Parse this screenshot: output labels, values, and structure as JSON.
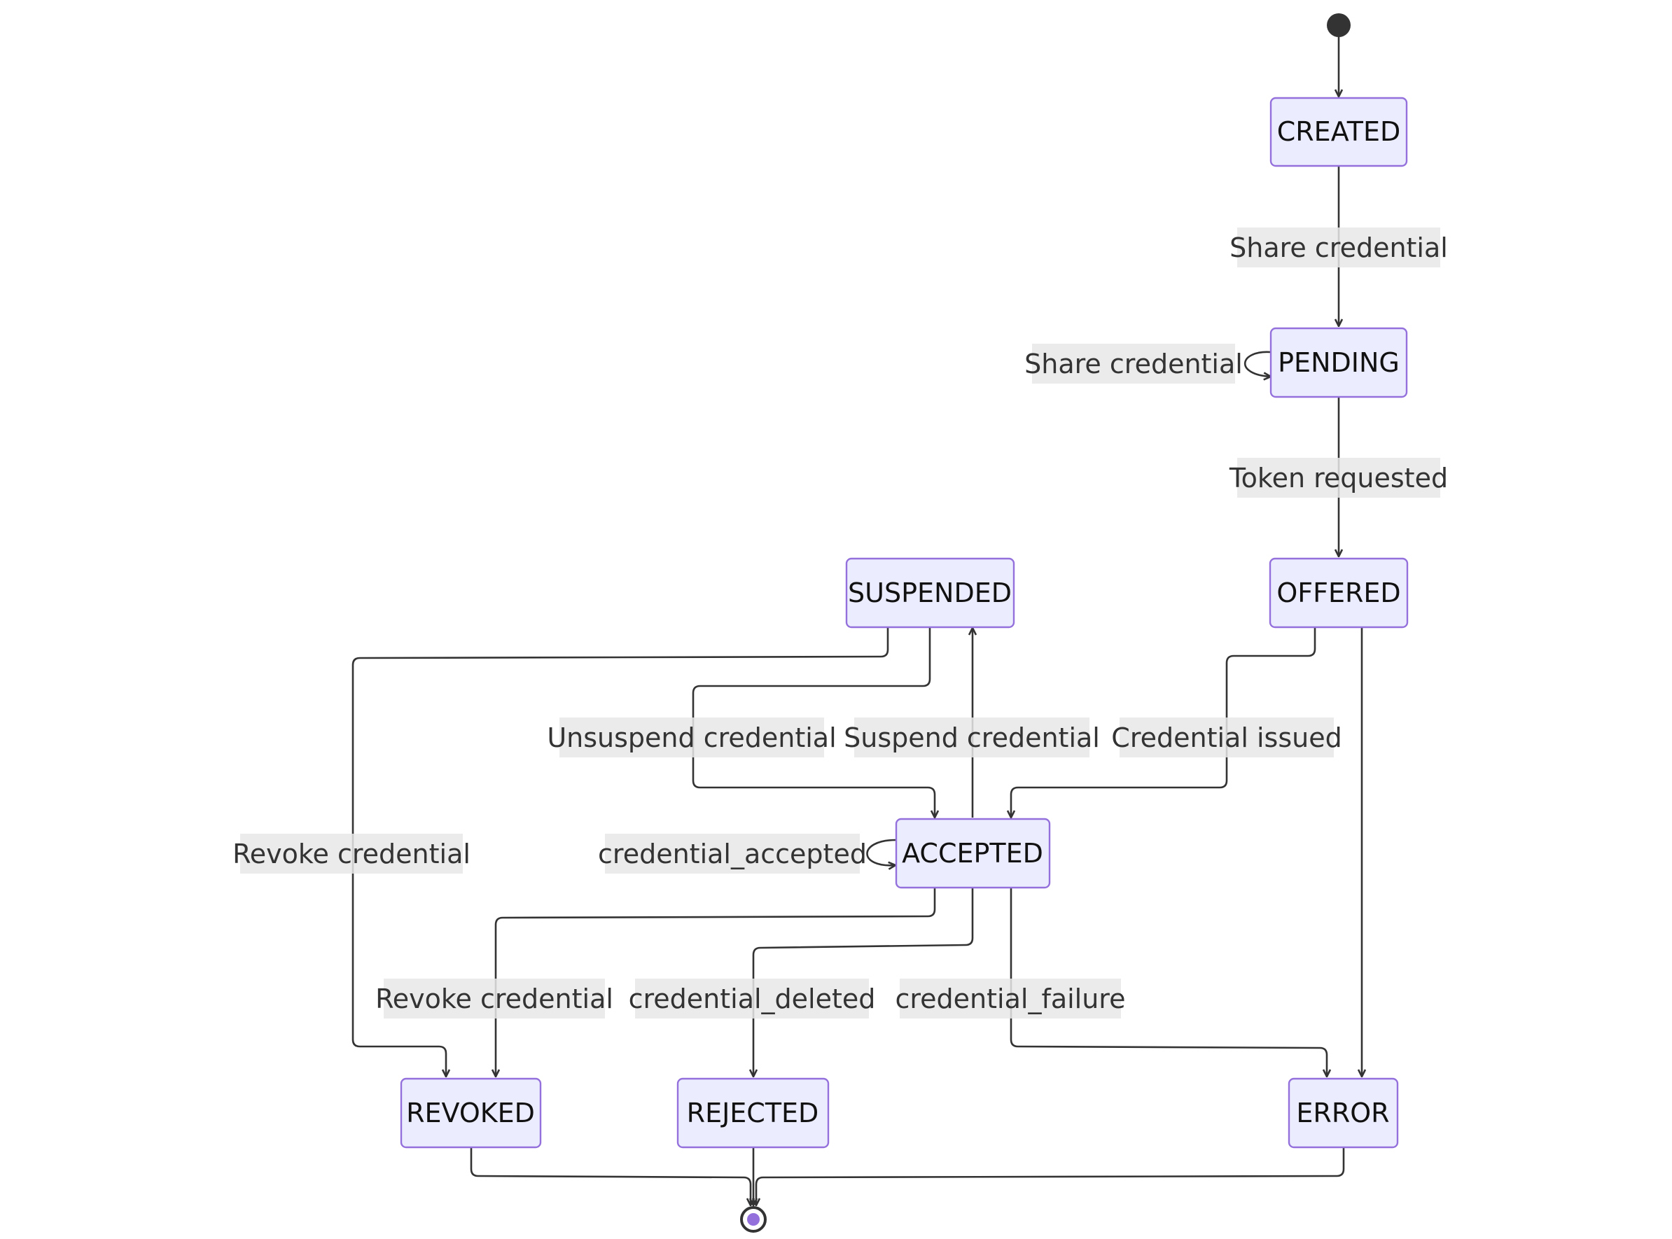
{
  "states": {
    "created": "CREATED",
    "pending": "PENDING",
    "offered": "OFFERED",
    "suspended": "SUSPENDED",
    "accepted": "ACCEPTED",
    "revoked": "REVOKED",
    "rejected": "REJECTED",
    "error": "ERROR"
  },
  "transitions": {
    "created_to_pending": "Share credential",
    "pending_self": "Share credential",
    "pending_to_offered": "Token requested",
    "offered_to_accepted": "Credential issued",
    "suspended_to_accepted": "Unsuspend credential",
    "accepted_to_suspended": "Suspend credential",
    "suspended_to_revoked": "Revoke credential",
    "accepted_self": "credential_accepted",
    "accepted_to_revoked": "Revoke credential",
    "accepted_to_rejected": "credential_deleted",
    "accepted_to_error": "credential_failure"
  },
  "colors": {
    "node_fill": "#ECECFF",
    "node_stroke": "#9370DB",
    "edge": "#333333",
    "label_bg": "#e8e8e8",
    "end_dot": "#9370DB"
  }
}
